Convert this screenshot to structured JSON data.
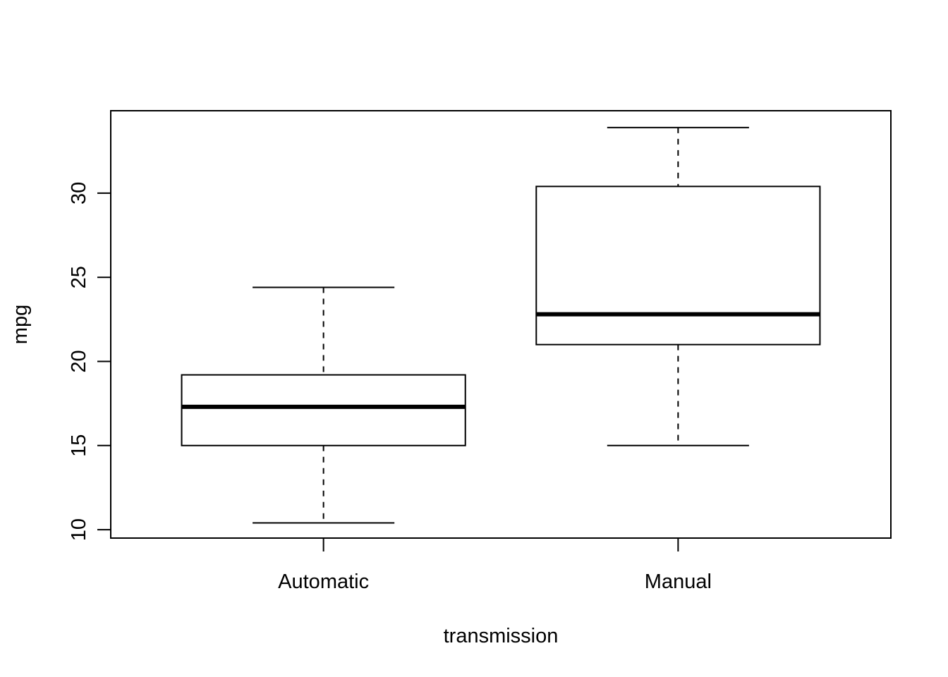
{
  "chart_data": {
    "type": "boxplot",
    "title": "",
    "xlabel": "transmission",
    "ylabel": "mpg",
    "categories": [
      "Automatic",
      "Manual"
    ],
    "ylim": [
      9.5,
      34.9
    ],
    "yticks": [
      10,
      15,
      20,
      25,
      30
    ],
    "y_tick_labels": [
      "10",
      "15",
      "20",
      "25",
      "30"
    ],
    "grid": false,
    "legend": "none",
    "series": [
      {
        "category": "Automatic",
        "whisker_low": 10.4,
        "q1": 15.0,
        "median": 17.3,
        "q3": 19.2,
        "whisker_high": 24.4
      },
      {
        "category": "Manual",
        "whisker_low": 15.0,
        "q1": 21.0,
        "median": 22.8,
        "q3": 30.4,
        "whisker_high": 33.9
      }
    ],
    "colors": {
      "stroke": "#000000",
      "background": "#ffffff"
    }
  }
}
